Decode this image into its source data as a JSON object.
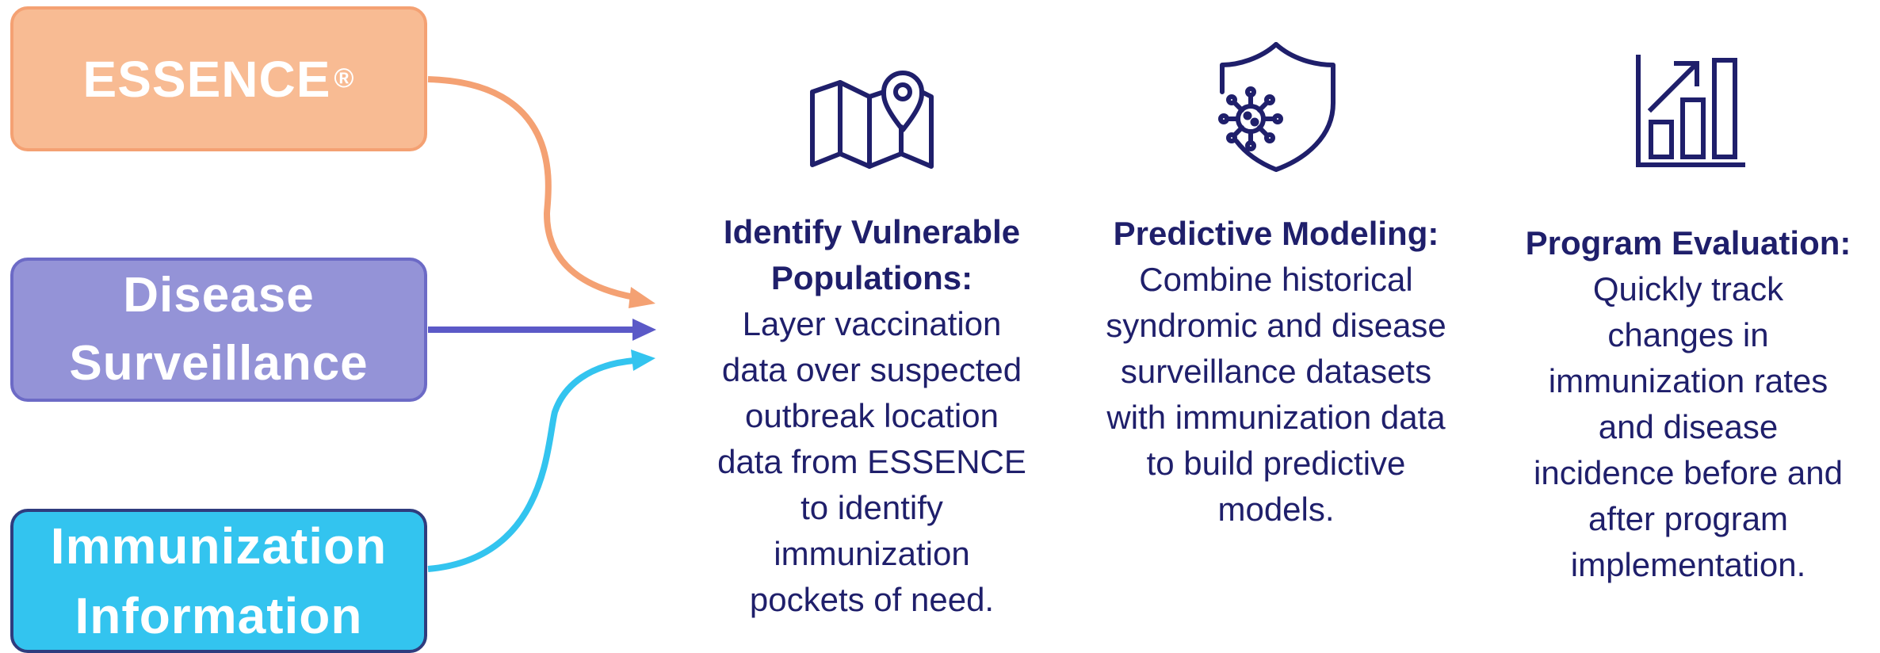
{
  "sources": {
    "essence": {
      "label": "ESSENCE",
      "mark": "®",
      "fill": "#F8BB93",
      "stroke": "#F4A173"
    },
    "disease": {
      "line1": "Disease",
      "line2": "Surveillance",
      "fill": "#9493D7",
      "stroke": "#6C6AC6"
    },
    "immunization": {
      "line1": "Immunization",
      "line2": "Information",
      "fill": "#33C4EF",
      "stroke": "#2F3C7E"
    }
  },
  "arrows": {
    "essence_color": "#F4A173",
    "disease_color": "#5B59C7",
    "immunization_color": "#33C4EF"
  },
  "columns": [
    {
      "icon": "map-pin-icon",
      "heading_lines": [
        "Identify Vulnerable",
        "Populations:"
      ],
      "body_lines": [
        "Layer vaccination",
        "data over suspected",
        "outbreak location",
        "data from ESSENCE",
        "to identify",
        "immunization",
        "pockets of need."
      ]
    },
    {
      "icon": "shield-virus-icon",
      "heading_lines": [
        "Predictive Modeling:"
      ],
      "body_lines": [
        "Combine historical",
        "syndromic and disease",
        "surveillance datasets",
        "with immunization data",
        "to build predictive",
        "models."
      ]
    },
    {
      "icon": "bar-chart-growth-icon",
      "heading_lines": [
        "Program Evaluation:"
      ],
      "body_lines": [
        "Quickly track",
        "changes in",
        "immunization rates",
        "and disease",
        "incidence before and",
        "after program",
        "implementation."
      ]
    }
  ],
  "colors": {
    "text": "#1F1F6B",
    "icon_stroke": "#1F1F6B"
  }
}
